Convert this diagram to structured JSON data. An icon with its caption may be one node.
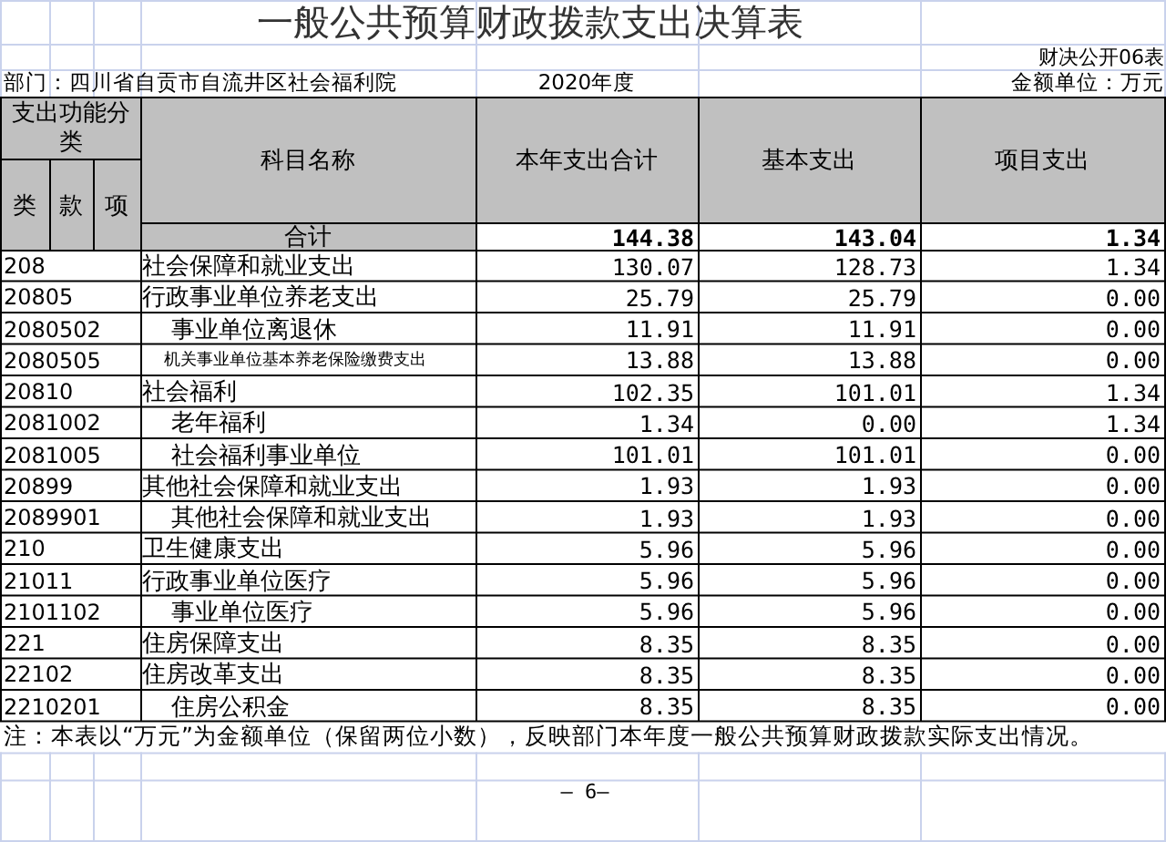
{
  "diagram": {
    "title": "一般公共预算财政拨款支出决算表",
    "labels": [
      "财决公开06表",
      "部门：四川省自贡市自流井区社会福利院",
      "2020年度",
      "金额单位：万元",
      "支出功能分类",
      "科目名称",
      "本年支出合计",
      "基本支出",
      "项目支出",
      "类",
      "款",
      "项",
      "合计",
      "144.38",
      "143.04",
      "1.34",
      "208",
      "社会保障和就业支出",
      "130.07",
      "128.73",
      "1.34",
      "20805",
      "行政事业单位养老支出",
      "25.79",
      "25.79",
      "0.00",
      "2080502",
      "事业单位离退休",
      "11.91",
      "11.91",
      "0.00",
      "2080505",
      "机关事业单位基本养老保险缴费支出",
      "13.88",
      "13.88",
      "0.00",
      "20810",
      "社会福利",
      "102.35",
      "101.01",
      "1.34",
      "2081002",
      "老年福利",
      "1.34",
      "0.00",
      "1.34",
      "2081005",
      "社会福利事业单位",
      "101.01",
      "101.01",
      "0.00",
      "20899",
      "其他社会保障和就业支出",
      "1.93",
      "1.93",
      "0.00",
      "2089901",
      "其他社会保障和就业支出",
      "1.93",
      "1.93",
      "0.00",
      "210",
      "卫生健康支出",
      "5.96",
      "5.96",
      "0.00",
      "21011",
      "行政事业单位医疗",
      "5.96",
      "5.96",
      "0.00",
      "2101102",
      "事业单位医疗",
      "5.96",
      "5.96",
      "0.00",
      "221",
      "住房保障支出",
      "8.35",
      "8.35",
      "0.00",
      "22102",
      "住房改革支出",
      "8.35",
      "8.35",
      "0.00",
      "2210201",
      "住房公积金",
      "8.35",
      "8.35",
      "0.00",
      "注：本表以“万元”为金额单位（保留两位小数），反映部门本年度一般公共预算财政拨款实际支出情况。",
      "— 6—"
    ]
  }
}
